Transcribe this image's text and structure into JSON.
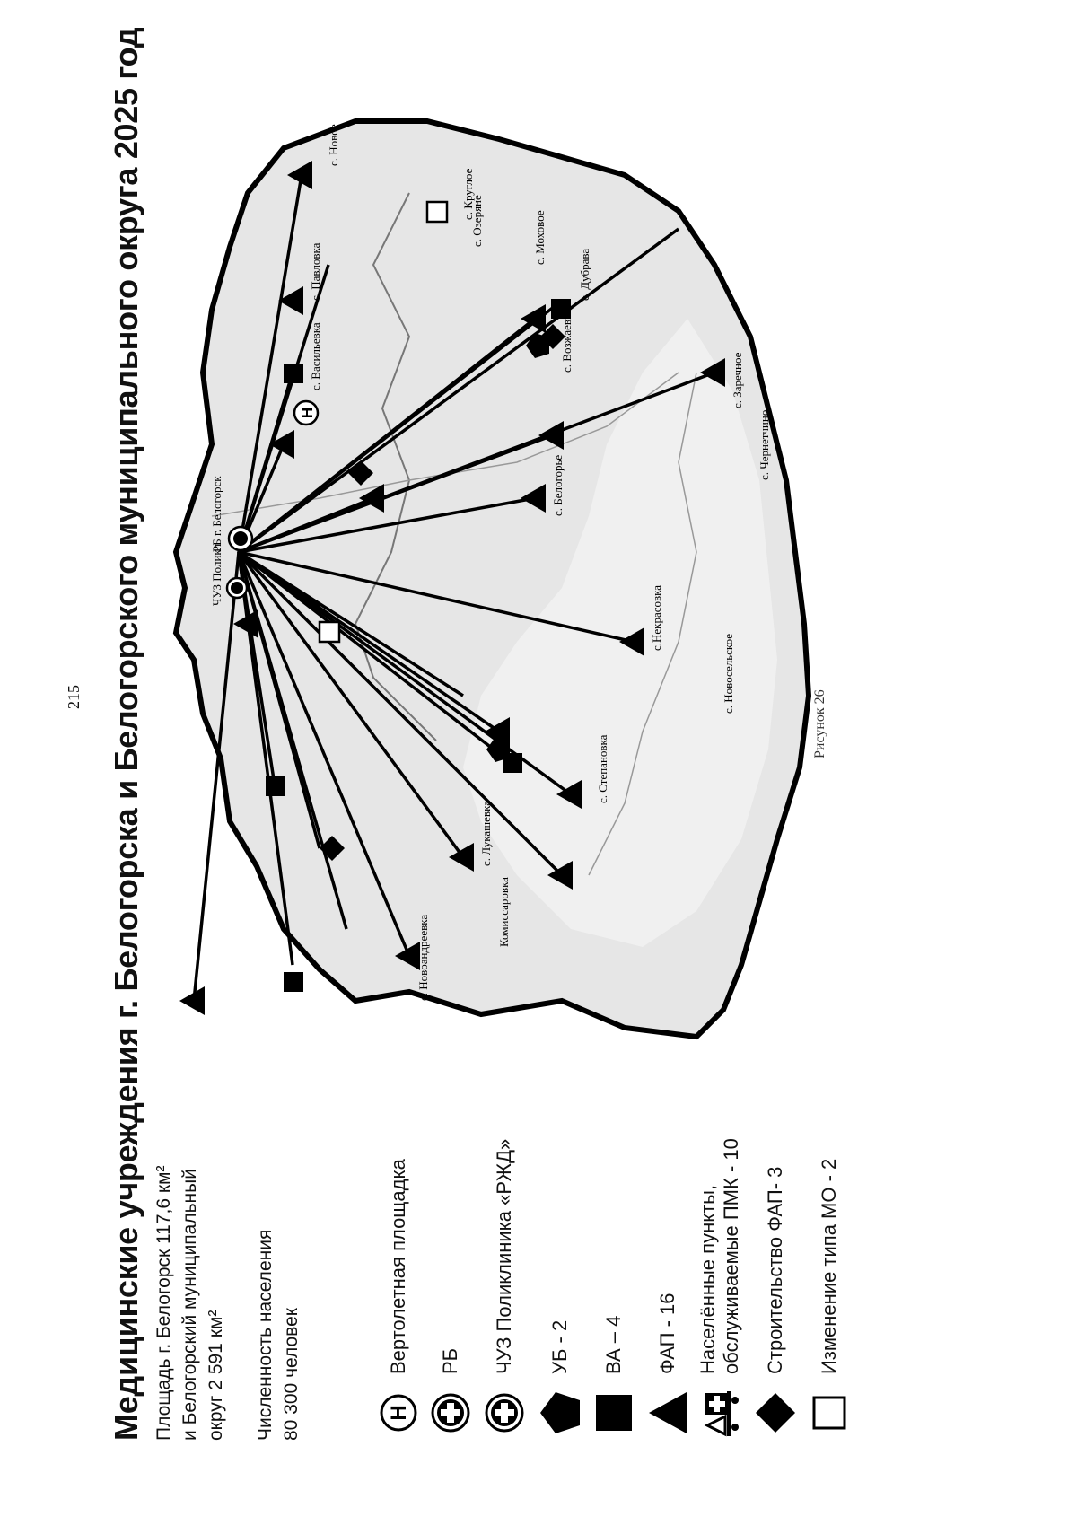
{
  "page_number": "215",
  "caption": "Рисунок 26",
  "title": "Медицинские учреждения г. Белогорска и Белогорского муниципального округа 2025 год",
  "info": {
    "area_line1": "Площадь г. Белогорск 117,6 км²",
    "area_line2": "и Белогорский муниципальный",
    "area_line3": "округ 2 591 км²",
    "population_line1": "Численность населения",
    "population_line2": "80 300 человек"
  },
  "legend": [
    {
      "icon": "helipad-icon",
      "label": "Вертолетная площадка"
    },
    {
      "icon": "hospital-cross-icon",
      "label": "РБ"
    },
    {
      "icon": "hospital-cross-icon",
      "label": "ЧУЗ Поликлиника «РЖД»"
    },
    {
      "icon": "pentagon-icon",
      "label": "УБ - 2"
    },
    {
      "icon": "square-icon",
      "label": "ВА – 4"
    },
    {
      "icon": "triangle-icon",
      "label": "ФАП - 16"
    },
    {
      "icon": "mobile-clinic-icon",
      "label": "Населённые пункты,",
      "label2": "обслуживаемые ПМК - 10"
    },
    {
      "icon": "diamond-icon",
      "label": "Строительство ФАП- 3"
    },
    {
      "icon": "hollow-square-icon",
      "label": "Изменение типа МО - 2"
    }
  ],
  "map": {
    "labels": {
      "poly": "ЧУЗ Поликл",
      "rb": "РБ г. Белогорск",
      "krugloe": "с. Круглое",
      "novoe": "с. Новое",
      "pavlovka": "с. Павловка",
      "vasilievka": "с. Васильевка",
      "lukashevka": "с. Лукашевка",
      "novoandreevka": "с. Новоандреевка",
      "nekrasovka": "с.Некрасовка",
      "zarechnoe": "с. Заречное",
      "ozeryane": "с. Озеряне",
      "chernetchino": "с. Чернетчино",
      "komissarovka": "Комиссаровка",
      "novoselskoe": "с. Новосельское",
      "belogorye": "с. Белогорье",
      "dubrava": "с. Дубрава",
      "mokhovoe": "с. Моховое",
      "vozzhaevka": "с. Возжаевка",
      "stepanovka": "с. Степановка"
    }
  }
}
